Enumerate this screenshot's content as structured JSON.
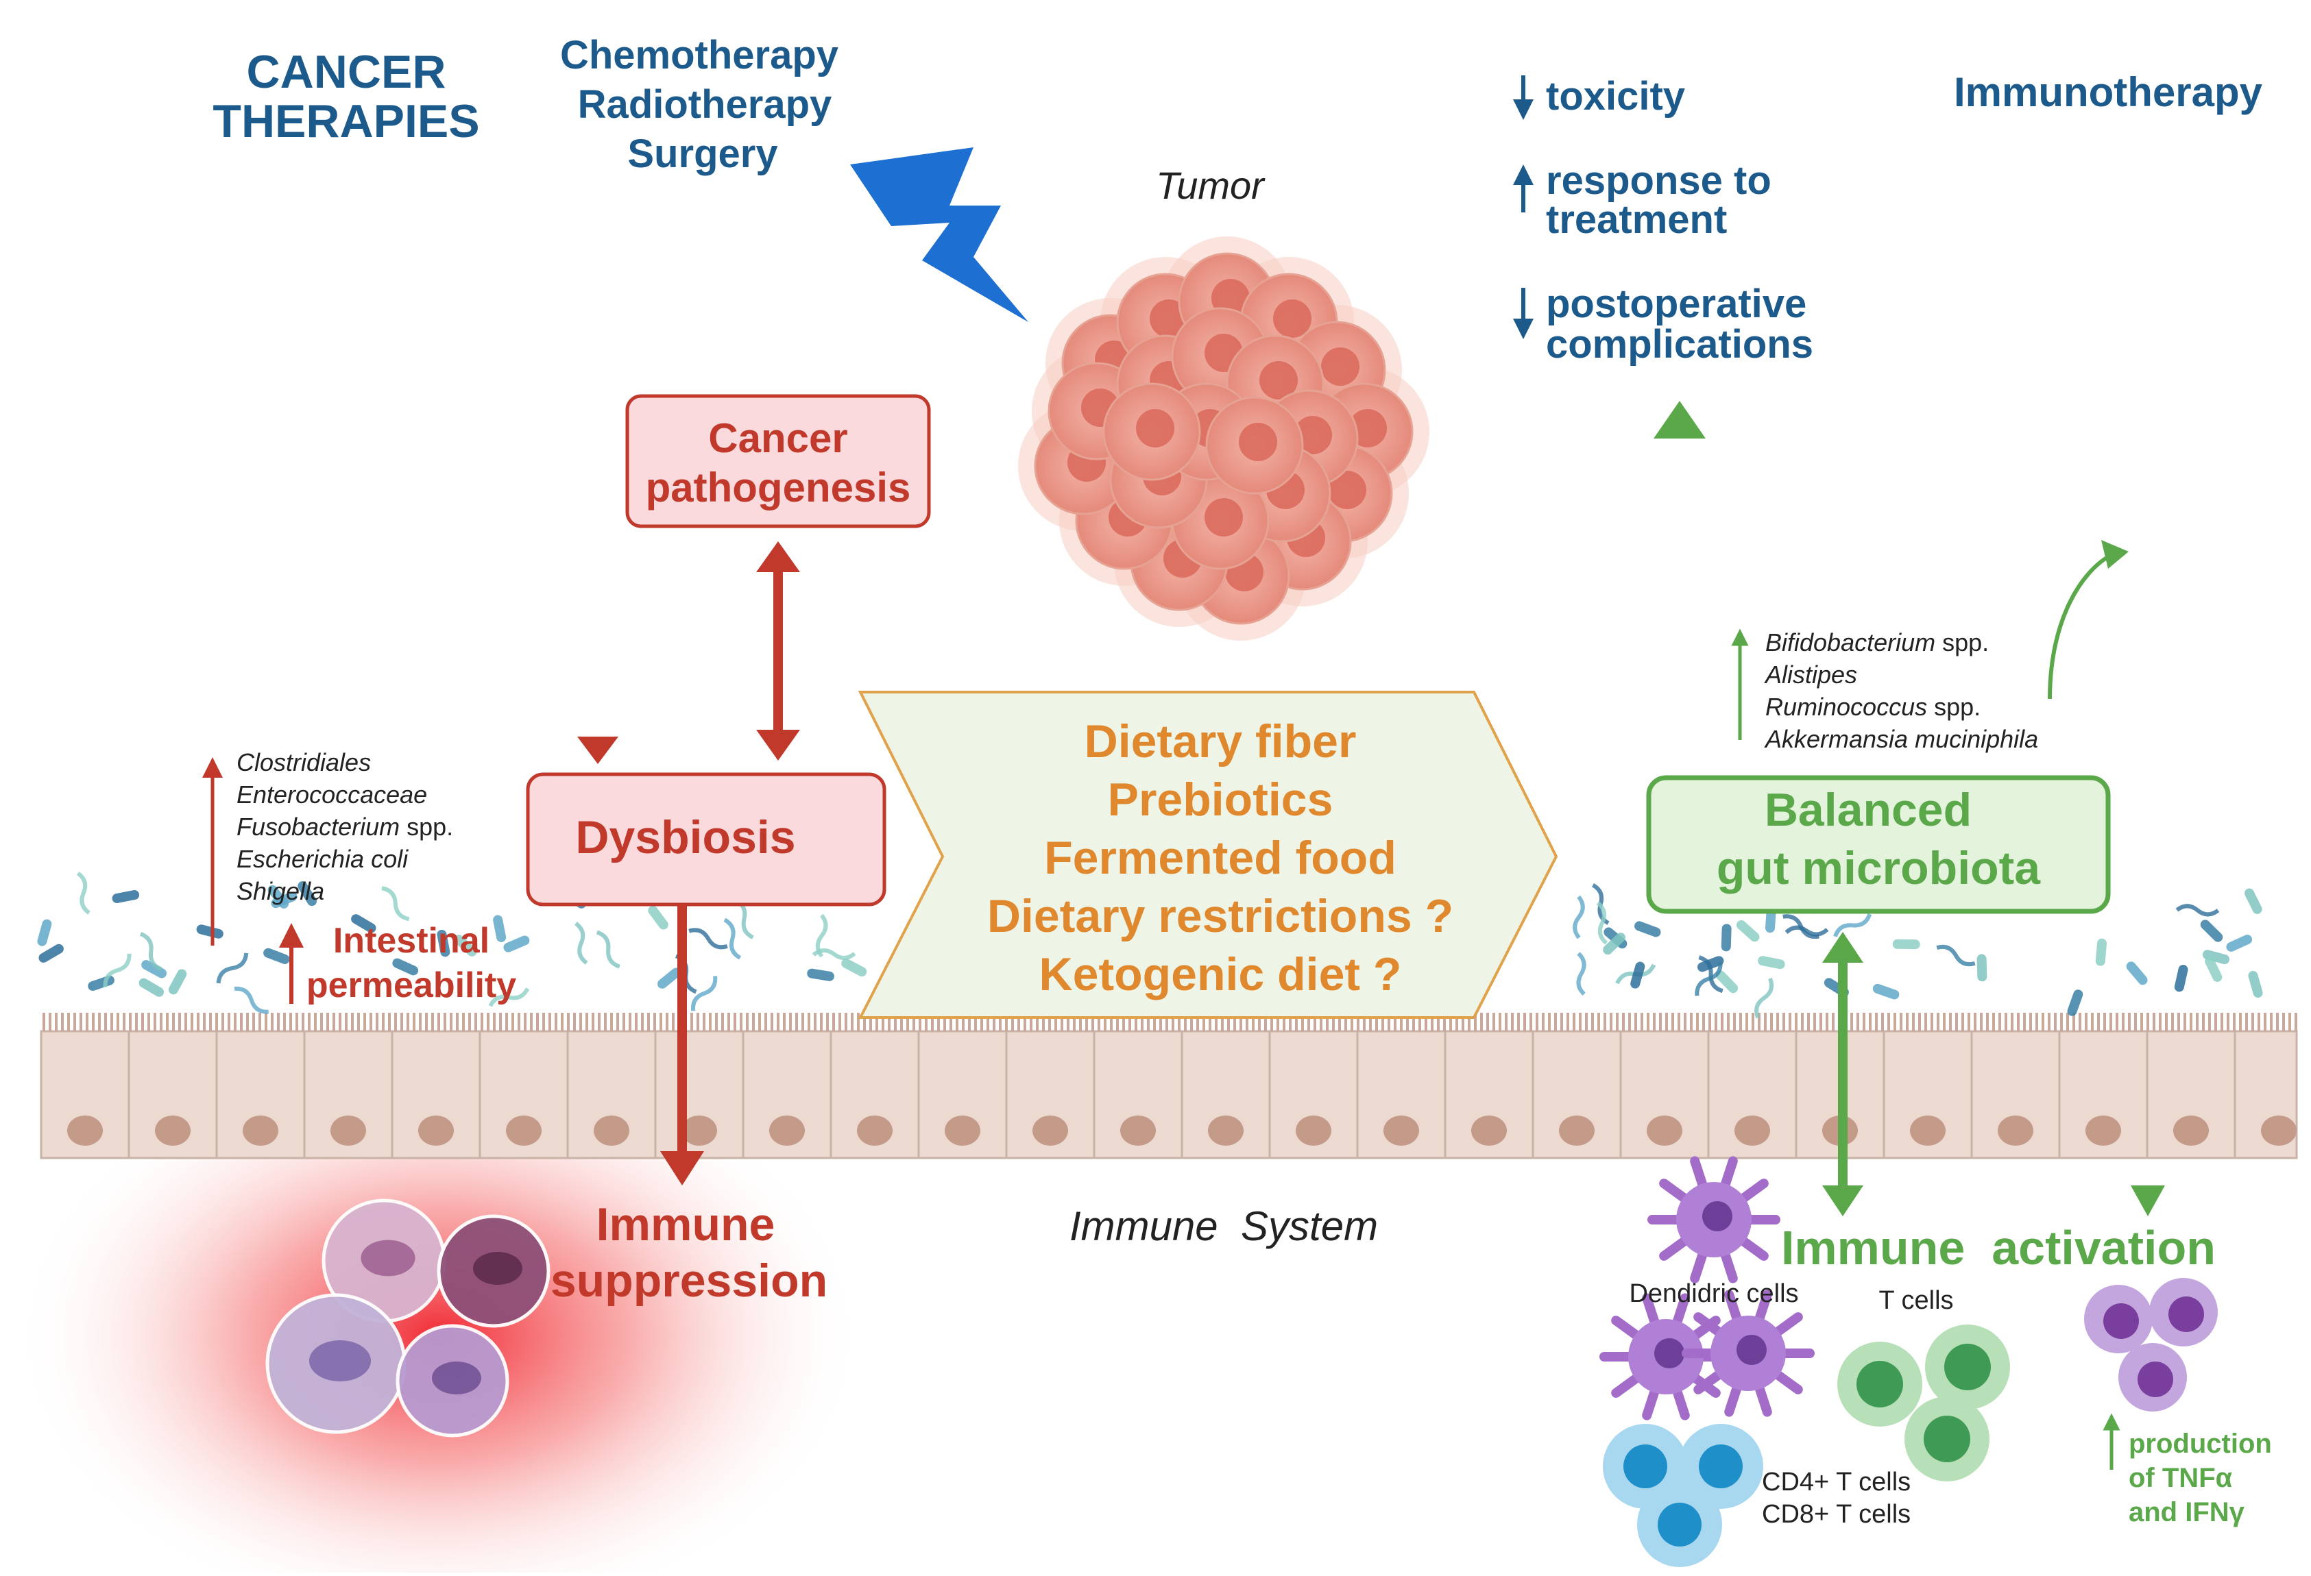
{
  "therapies": {
    "title_line1": "CANCER",
    "title_line2": "THERAPIES",
    "line1": "Chemotherapy",
    "line2": "Radiotherapy",
    "line3": "Surgery"
  },
  "tumor_label": "Tumor",
  "outcomes": {
    "toxicity": "toxicity",
    "response_line1": "response to",
    "response_line2": "treatment",
    "postop_line1": "postoperative",
    "postop_line2": "complications"
  },
  "immunotherapy": "Immunotherapy",
  "cancer_pathogenesis": {
    "line1": "Cancer",
    "line2": "pathogenesis"
  },
  "dysbiosis": {
    "label": "Dysbiosis",
    "taxa": [
      {
        "name": "Clostridiales",
        "suffix": ""
      },
      {
        "name": "Enterococcaceae",
        "suffix": ""
      },
      {
        "name": "Fusobacterium",
        "suffix": " spp."
      },
      {
        "name": "Escherichia coli",
        "suffix": ""
      },
      {
        "name": "Shigella",
        "suffix": ""
      }
    ],
    "permeability_line1": "Intestinal",
    "permeability_line2": "permeability"
  },
  "diet": {
    "items": [
      "Dietary fiber",
      "Prebiotics",
      "Fermented food",
      "Dietary restrictions ?",
      "Ketogenic diet ?"
    ]
  },
  "balanced": {
    "line1": "Balanced",
    "line2": "gut microbiota",
    "taxa": [
      {
        "name": "Bifidobacterium",
        "suffix": " spp."
      },
      {
        "name": "Alistipes",
        "suffix": ""
      },
      {
        "name": "Ruminococcus",
        "suffix": " spp."
      },
      {
        "name": "Akkermansia muciniphila",
        "suffix": ""
      }
    ]
  },
  "immune_suppression": {
    "line1": "Immune",
    "line2": "suppression"
  },
  "immune_system": "Immune  System",
  "immune_activation": "Immune  activation",
  "cells": {
    "dendritic": "Dendidric cells",
    "t_cells": "T cells",
    "cd4": "CD4+ T cells",
    "cd8": "CD8+ T cells",
    "production_line1": "production",
    "production_line2": "of TNFα",
    "production_line3": "and IFNγ"
  },
  "colors": {
    "blue": "#1d5a8c",
    "red": "#c0392b",
    "green": "#5aa84a",
    "orange": "#e0882e",
    "epithelium": "#ecd9cf"
  }
}
